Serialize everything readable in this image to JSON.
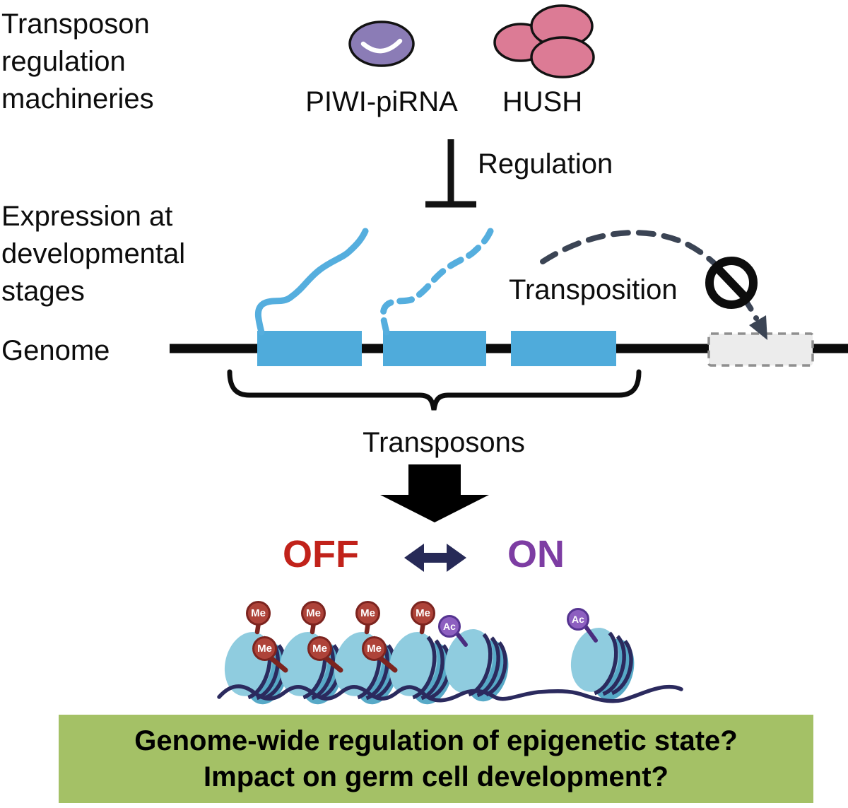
{
  "section_labels": {
    "machineries": "Transposon\nregulation\nmachineries",
    "expression": "Expression at\ndevelopmental\nstages",
    "genome": "Genome"
  },
  "machineries": {
    "piwi_label": "PIWI-piRNA",
    "hush_label": "HUSH"
  },
  "processes": {
    "regulation": "Regulation",
    "transposition": "Transposition",
    "transposons": "Transposons"
  },
  "states": {
    "off": "OFF",
    "on": "ON"
  },
  "histone_marks": {
    "me": "Me",
    "ac": "Ac"
  },
  "question_box": {
    "line1": "Genome-wide regulation of epigenetic state?",
    "line2": "Impact on germ cell development?"
  },
  "colors": {
    "transposon_box": "#4fabdb",
    "transcript_rna": "#55aede",
    "piwi_body": "#8b7cb6",
    "hush_body": "#dc7b95",
    "off_text": "#c1221a",
    "on_text": "#7d3da3",
    "state_arrow": "#272a57",
    "transposition_arrow": "#3b4454",
    "me_mark": "#ae4339",
    "ac_mark": "#8d5fc0",
    "question_bg": "#a4c166",
    "nucleosome_face": "#8fccdf",
    "nucleosome_rim": "#57a9c7",
    "dna_string": "#2b2a5e",
    "new_insertion_box": "#ececec"
  }
}
